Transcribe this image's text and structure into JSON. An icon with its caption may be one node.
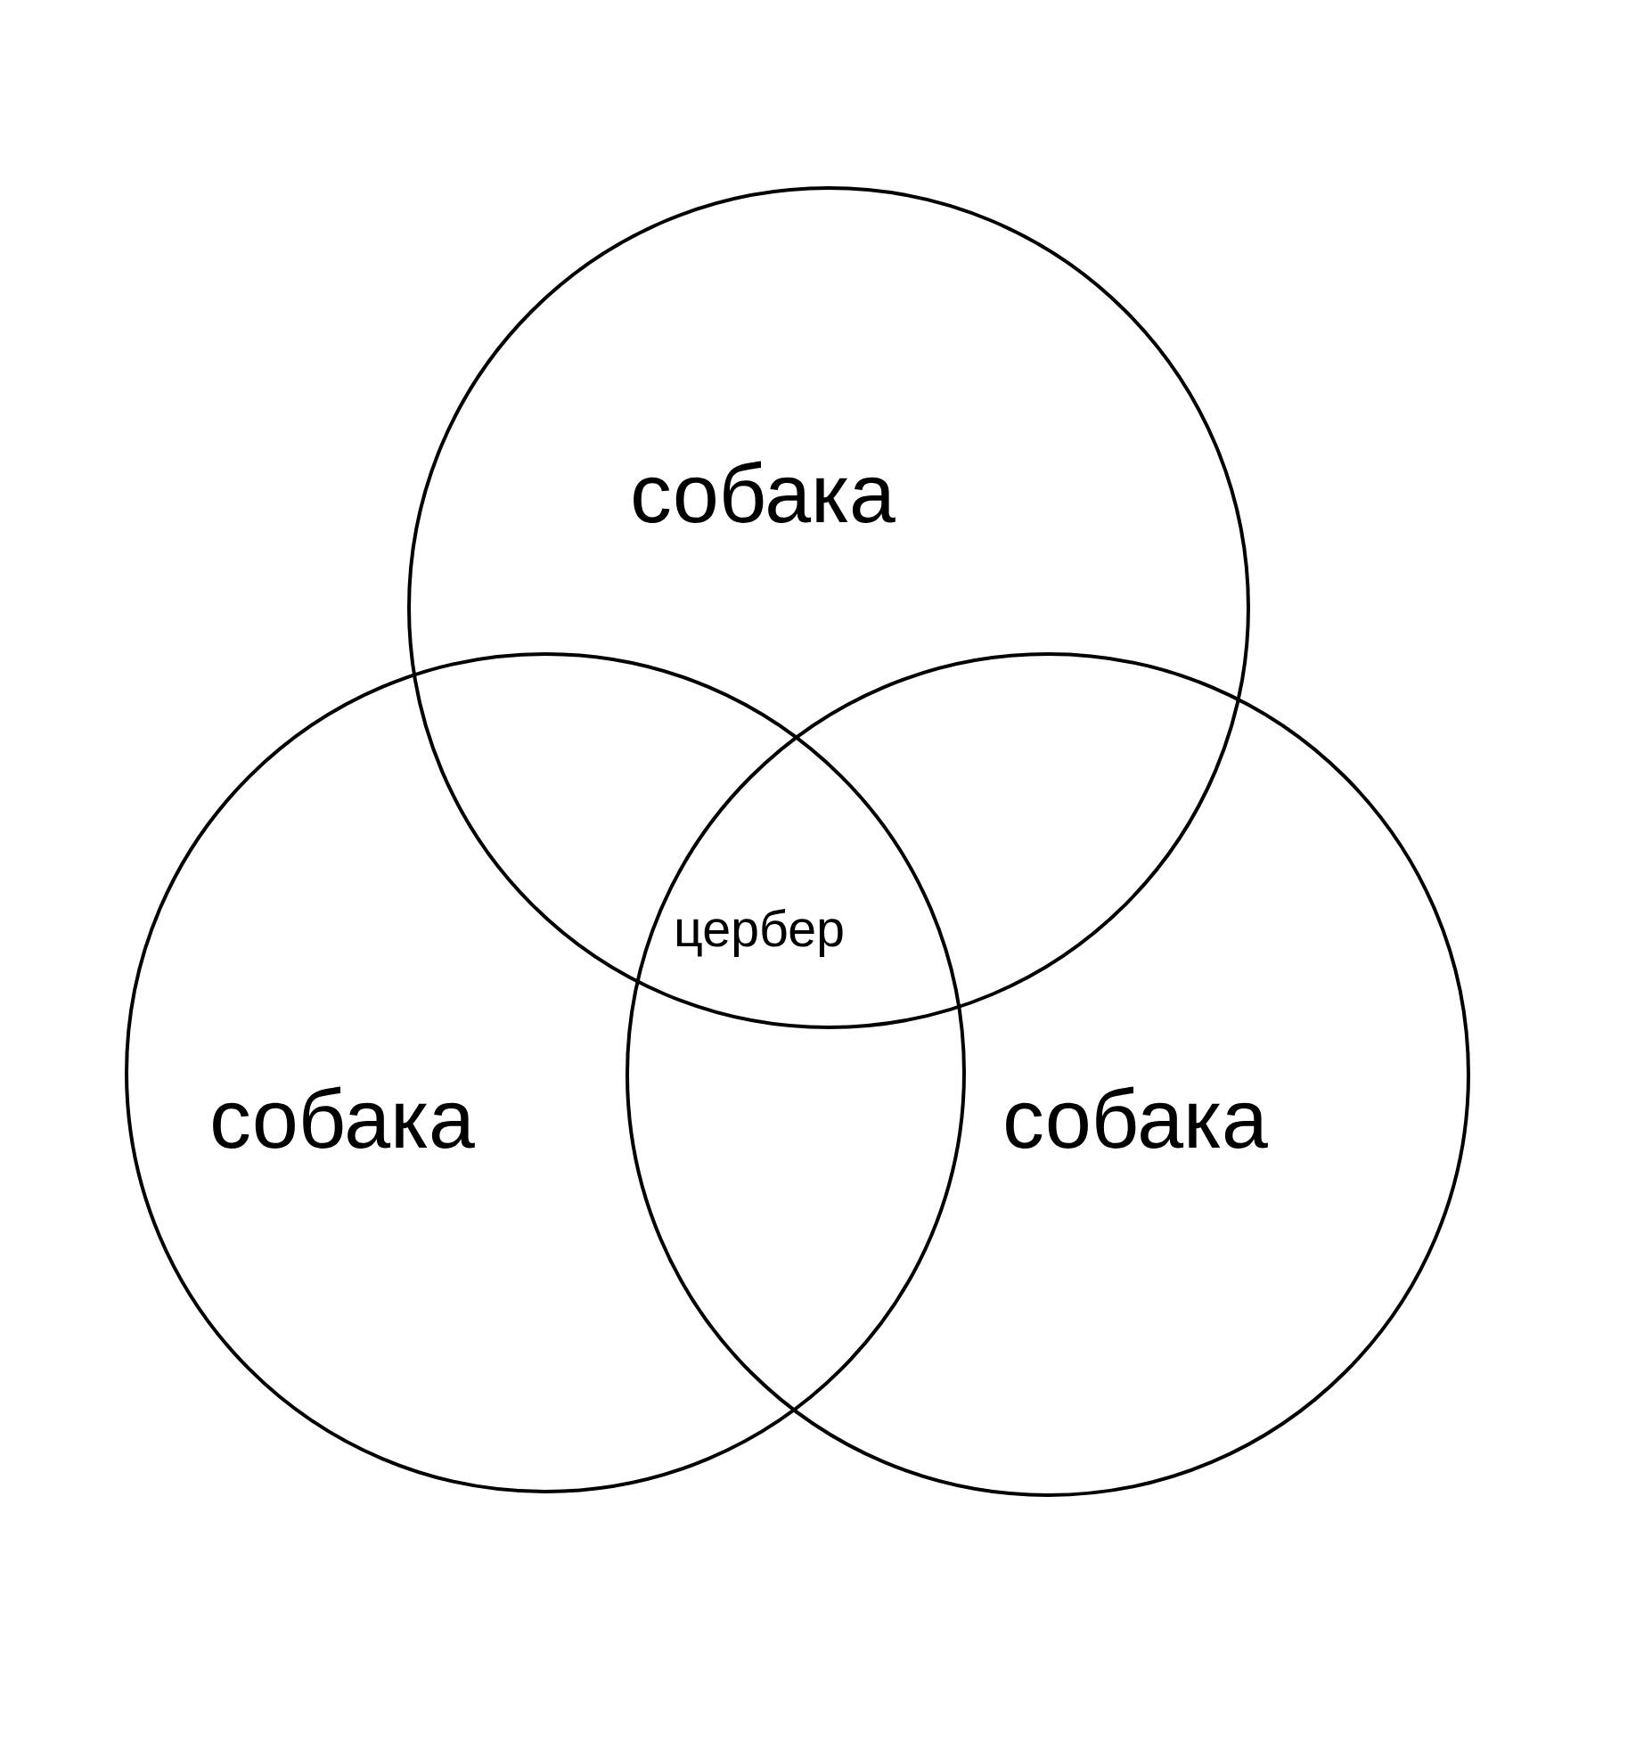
{
  "diagram": {
    "nodes": [
      {
        "text": [
          "собака"
        ]
      },
      {
        "text": [
          "собака"
        ]
      },
      {
        "text": [
          "собака"
        ]
      }
    ],
    "labels": [
      "цербер"
    ]
  }
}
